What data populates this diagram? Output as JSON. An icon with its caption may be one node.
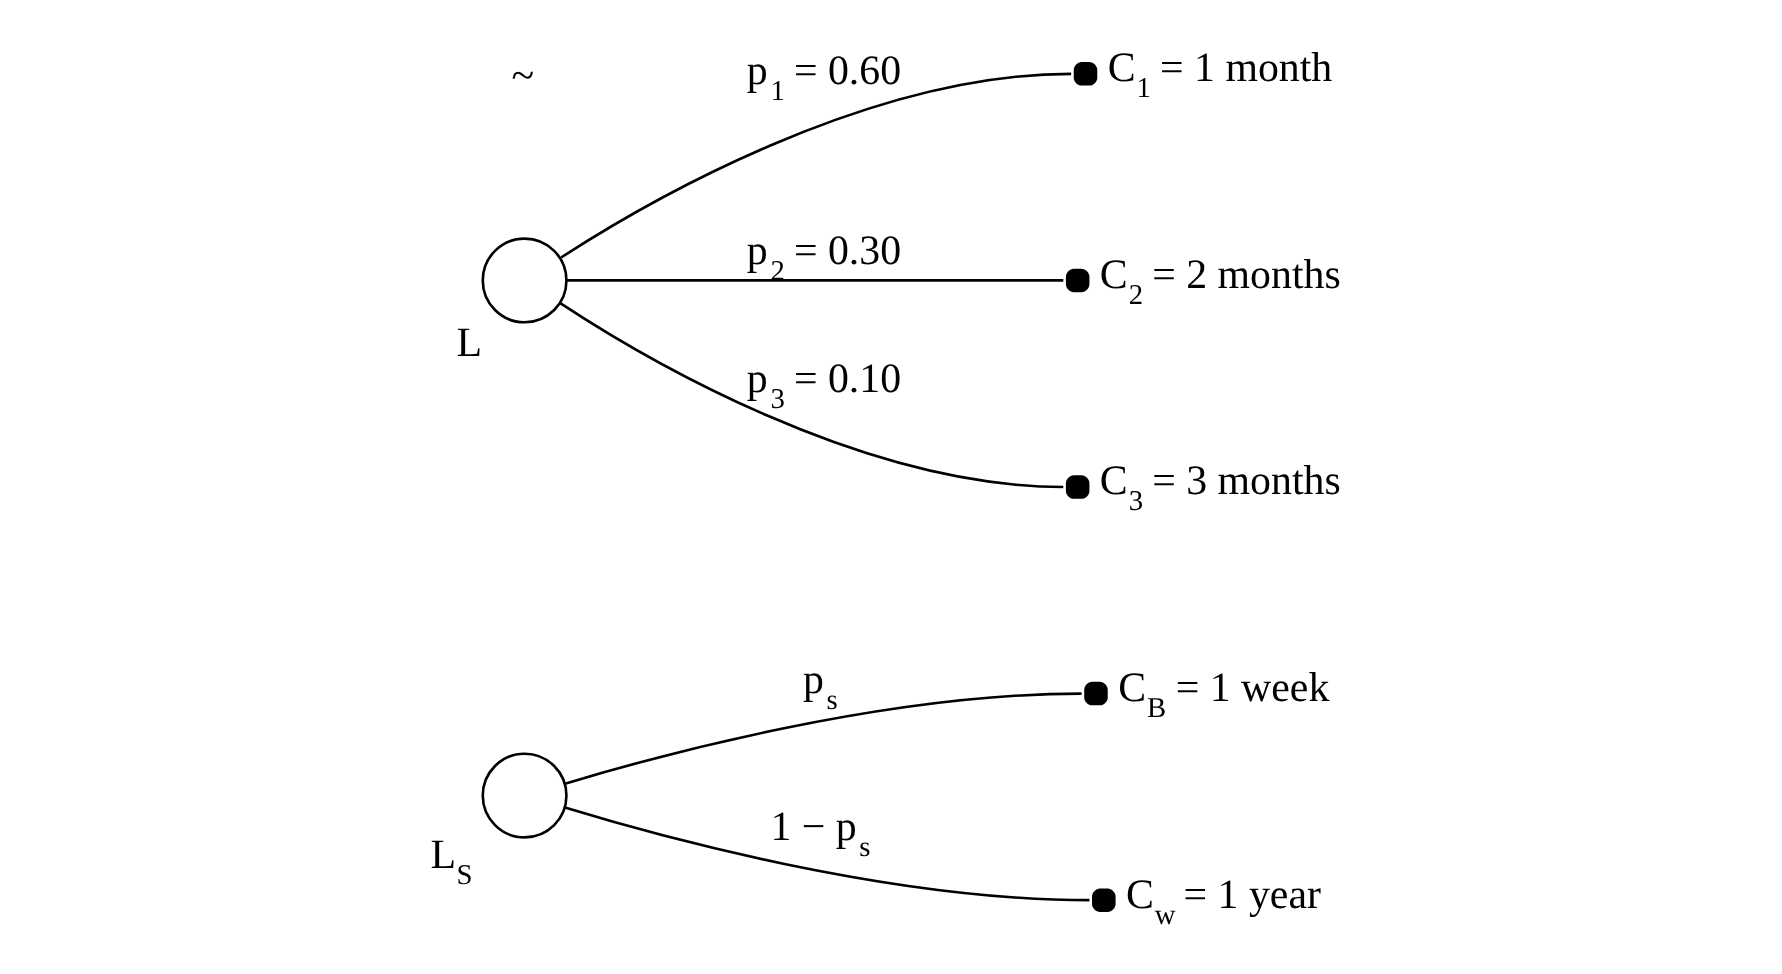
{
  "diagram": {
    "nodes": [
      {
        "text": [
          "L$_{S}$"
        ]
      },
      {
        "text": [
          "C$_{B}$ = 1 week"
        ]
      },
      {
        "text": [
          "C$_{w}$ = 1 year"
        ]
      },
      {
        "text": [
          "L"
        ]
      },
      {
        "text": [
          "C$_{1}$ = 1 month"
        ]
      },
      {
        "text": [
          "C$_{2}$ = 2 months"
        ]
      },
      {
        "text": [
          "C$_{3}$ = 3 months"
        ]
      }
    ],
    "edges": [
      {
        "from": 0,
        "to": 1,
        "arrow": "none",
        "label": "p$_{s}$"
      },
      {
        "from": 0,
        "to": 2,
        "arrow": "none",
        "label": "1 − p$_{s}$"
      },
      {
        "from": 3,
        "to": 4,
        "arrow": "none",
        "label": "p$_{1}$ = 0.60"
      },
      {
        "from": 3,
        "to": 5,
        "arrow": "none",
        "label": "p$_{2}$ = 0.30"
      },
      {
        "from": 3,
        "to": 6,
        "arrow": "none",
        "label": "p$_{3}$ = 0.10"
      }
    ],
    "labels": [
      "~"
    ]
  }
}
